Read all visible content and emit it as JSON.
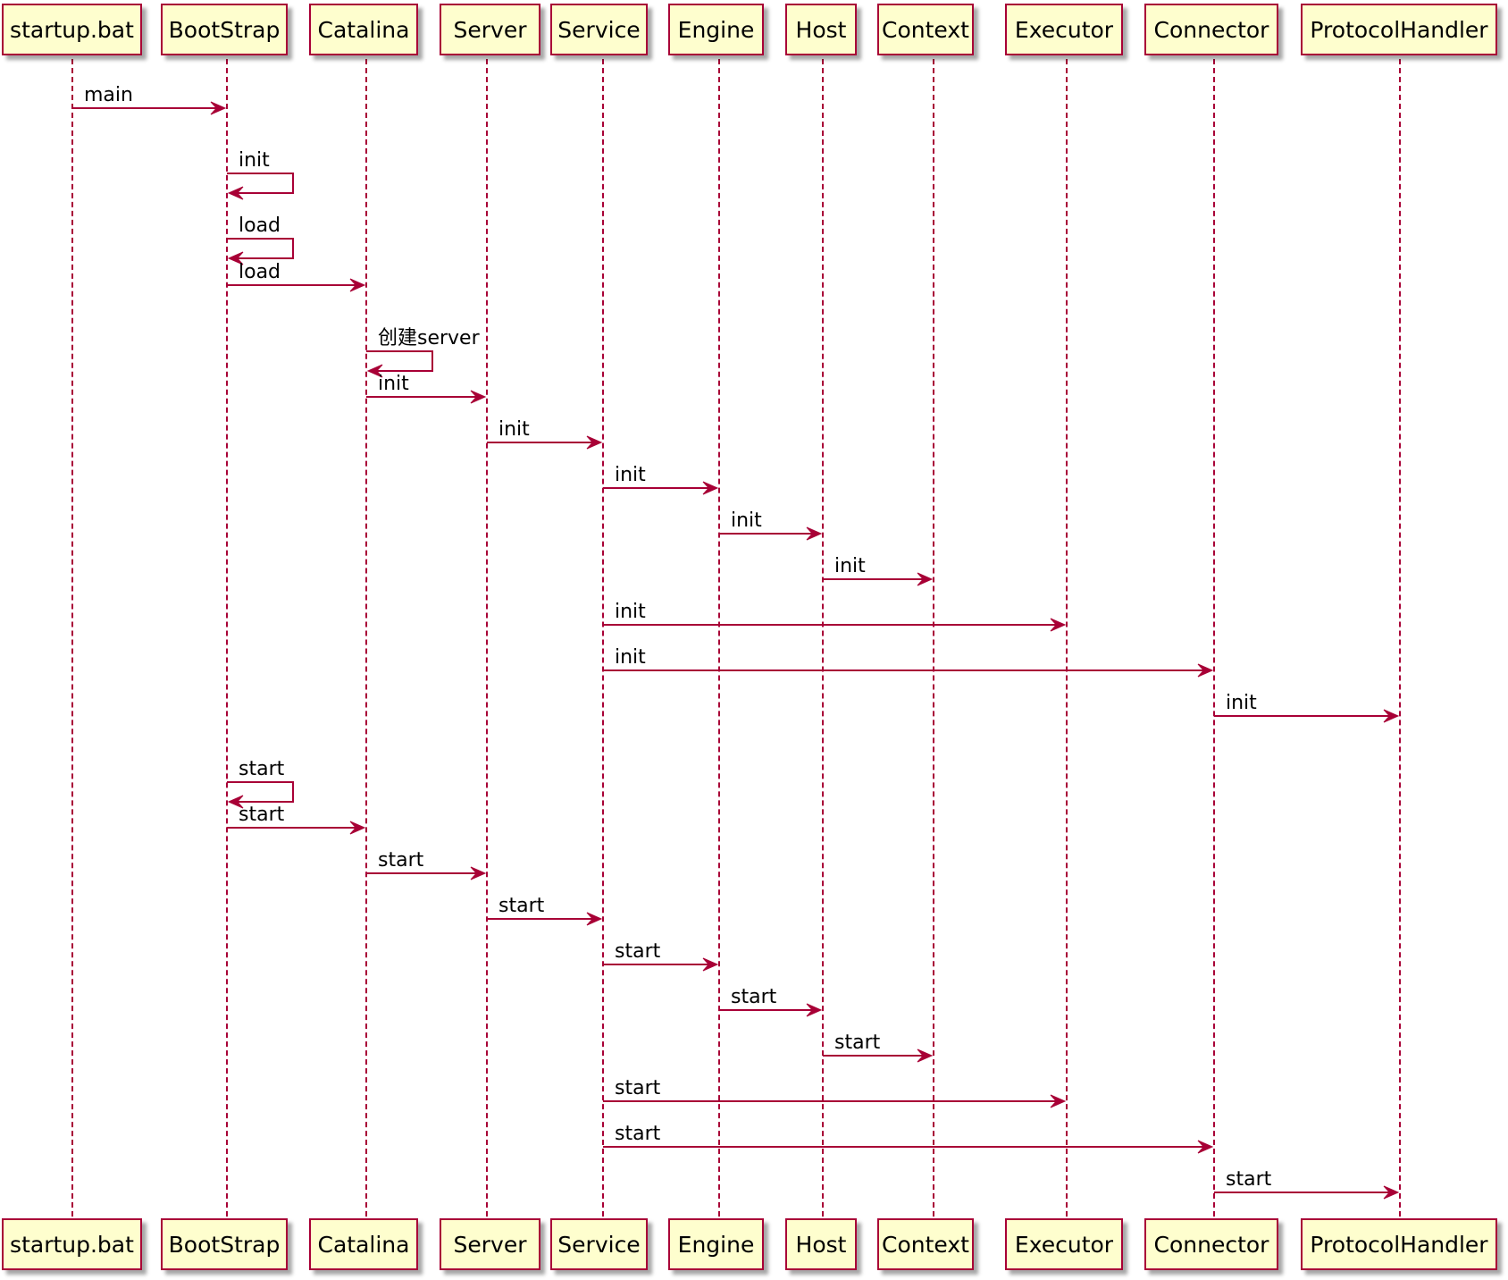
{
  "participants": [
    {
      "id": "startup",
      "label": "startup.bat"
    },
    {
      "id": "bootstrap",
      "label": "BootStrap"
    },
    {
      "id": "catalina",
      "label": "Catalina"
    },
    {
      "id": "server",
      "label": "Server"
    },
    {
      "id": "service",
      "label": "Service"
    },
    {
      "id": "engine",
      "label": "Engine"
    },
    {
      "id": "host",
      "label": "Host"
    },
    {
      "id": "context",
      "label": "Context"
    },
    {
      "id": "executor",
      "label": "Executor"
    },
    {
      "id": "connector",
      "label": "Connector"
    },
    {
      "id": "protocolhandler",
      "label": "ProtocolHandler"
    }
  ],
  "messages": [
    {
      "from": "startup",
      "to": "bootstrap",
      "label": "main"
    },
    {
      "from": "bootstrap",
      "to": "bootstrap",
      "label": "init"
    },
    {
      "from": "bootstrap",
      "to": "bootstrap",
      "label": "load"
    },
    {
      "from": "bootstrap",
      "to": "catalina",
      "label": "load"
    },
    {
      "from": "catalina",
      "to": "catalina",
      "label": "创建server"
    },
    {
      "from": "catalina",
      "to": "server",
      "label": "init"
    },
    {
      "from": "server",
      "to": "service",
      "label": "init"
    },
    {
      "from": "service",
      "to": "engine",
      "label": "init"
    },
    {
      "from": "engine",
      "to": "host",
      "label": "init"
    },
    {
      "from": "host",
      "to": "context",
      "label": "init"
    },
    {
      "from": "service",
      "to": "executor",
      "label": "init"
    },
    {
      "from": "service",
      "to": "connector",
      "label": "init"
    },
    {
      "from": "connector",
      "to": "protocolhandler",
      "label": "init"
    },
    {
      "from": "bootstrap",
      "to": "bootstrap",
      "label": "start"
    },
    {
      "from": "bootstrap",
      "to": "catalina",
      "label": "start"
    },
    {
      "from": "catalina",
      "to": "server",
      "label": "start"
    },
    {
      "from": "server",
      "to": "service",
      "label": "start"
    },
    {
      "from": "service",
      "to": "engine",
      "label": "start"
    },
    {
      "from": "engine",
      "to": "host",
      "label": "start"
    },
    {
      "from": "host",
      "to": "context",
      "label": "start"
    },
    {
      "from": "service",
      "to": "executor",
      "label": "start"
    },
    {
      "from": "service",
      "to": "connector",
      "label": "start"
    },
    {
      "from": "connector",
      "to": "protocolhandler",
      "label": "start"
    }
  ],
  "colors": {
    "line": "#A80036",
    "box_fill": "#FEFECE",
    "text": "#000000"
  }
}
